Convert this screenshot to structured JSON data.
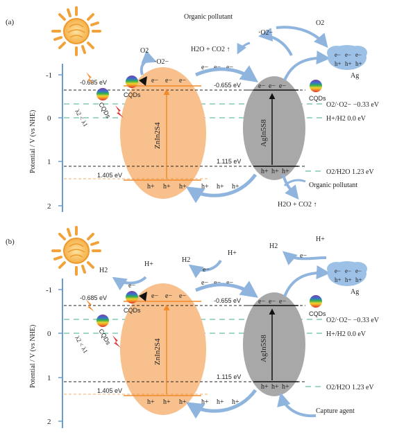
{
  "colors": {
    "znin_fill": "#f7c08c",
    "agin_fill": "#a8a8a8",
    "arrow_blue": "#8fb4dd",
    "cb_line": "#222222",
    "ref_dash": "#9fd7c4",
    "orange_line": "#f08a2a",
    "ag_cloud": "#9cc0e6"
  },
  "axis": {
    "ylabel": "Potential / V (vs NHE)",
    "ticks": [
      "-1",
      "0",
      "1",
      "2"
    ]
  },
  "panel_a": {
    "label": "(a)",
    "znin_label": "ZnIn2S4",
    "agin_label": "AgIn5S8",
    "cqds_label": "CQDs",
    "ag_label": "Ag",
    "cb_znin_value": "-0.685 eV",
    "vb_znin_value": "1.405 eV",
    "cb_agin_value": "-0.655 eV",
    "vb_agin_value": "1.115 eV",
    "ref1": "O2/·O2−  −0.33 eV",
    "ref2": "H+/H2   0.0 eV",
    "ref3": "O2/H2O  1.23 eV",
    "top_pollutant": "Organic pollutant",
    "top_products": "H2O + CO2 ↑",
    "o2_top": "O2",
    "superoxide_top": "·O2−",
    "o2_left": "O2",
    "superoxide_left": "·O2−",
    "bottom_pollutant": "Organic pollutant",
    "bottom_products": "H2O + CO2 ↑",
    "wavelength_rel": "λ2 < λ1"
  },
  "panel_b": {
    "label": "(b)",
    "znin_label": "ZnIn2S4",
    "agin_label": "AgIn5S8",
    "cqds_label": "CQDs",
    "ag_label": "Ag",
    "cb_znin_value": "-0.685 eV",
    "vb_znin_value": "1.405 eV",
    "cb_agin_value": "-0.655 eV",
    "vb_agin_value": "1.115 eV",
    "ref1": "O2/·O2−  −0.33 eV",
    "ref2": "H+/H2   0.0 eV",
    "ref3": "O2/H2O  1.23 eV",
    "h2_left": "H2",
    "hplus_left": "H+",
    "h2_mid": "H2",
    "hplus_mid": "H+",
    "h2_right": "H2",
    "hplus_right": "H+",
    "capture": "Capture agent",
    "wavelength_rel": "λ2 < λ1"
  },
  "carriers": {
    "electron": "e−",
    "hole": "h+"
  }
}
